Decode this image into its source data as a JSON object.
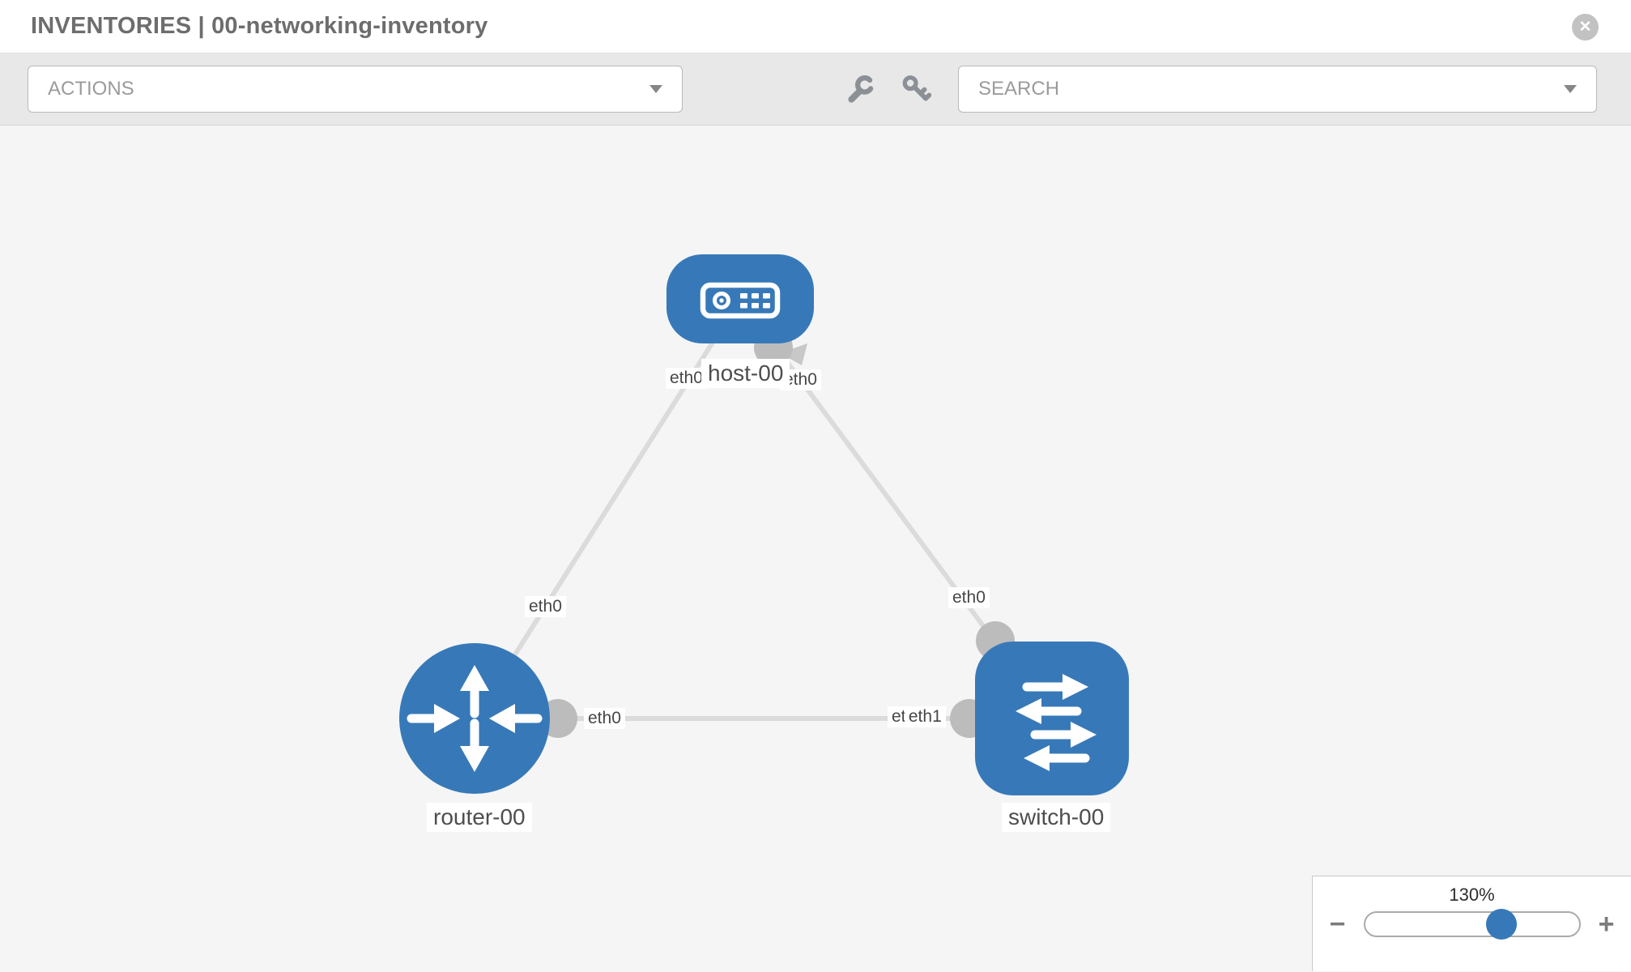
{
  "window": {
    "title": "INVENTORIES | 00-networking-inventory",
    "close_glyph": "✕"
  },
  "toolbar": {
    "actions_label": "ACTIONS",
    "search_label": "SEARCH",
    "icons": [
      "wrench",
      "key"
    ]
  },
  "topology": {
    "nodes": [
      {
        "label": "host-00",
        "type": "host"
      },
      {
        "label": "router-00",
        "type": "router"
      },
      {
        "label": "switch-00",
        "type": "switch"
      }
    ],
    "links": [
      {
        "from": "host-00",
        "to": "router-00",
        "from_interface": "eth0",
        "to_interface": "eth0"
      },
      {
        "from": "host-00",
        "to": "switch-00",
        "from_interface": "eth0",
        "to_interface": "eth0"
      },
      {
        "from": "router-00",
        "to": "switch-00",
        "from_interface": "eth0",
        "to_interface": "eth1",
        "to_interface_under": "eth0"
      }
    ]
  },
  "zoom": {
    "level": "130%",
    "minus": "−",
    "plus": "+"
  },
  "colors": {
    "node_fill": "#3779b8",
    "link": "#dbdbdb",
    "endpoint": "#bcbcbc",
    "toolbar_bg": "#e8e8e8",
    "canvas_bg": "#f5f5f5"
  }
}
